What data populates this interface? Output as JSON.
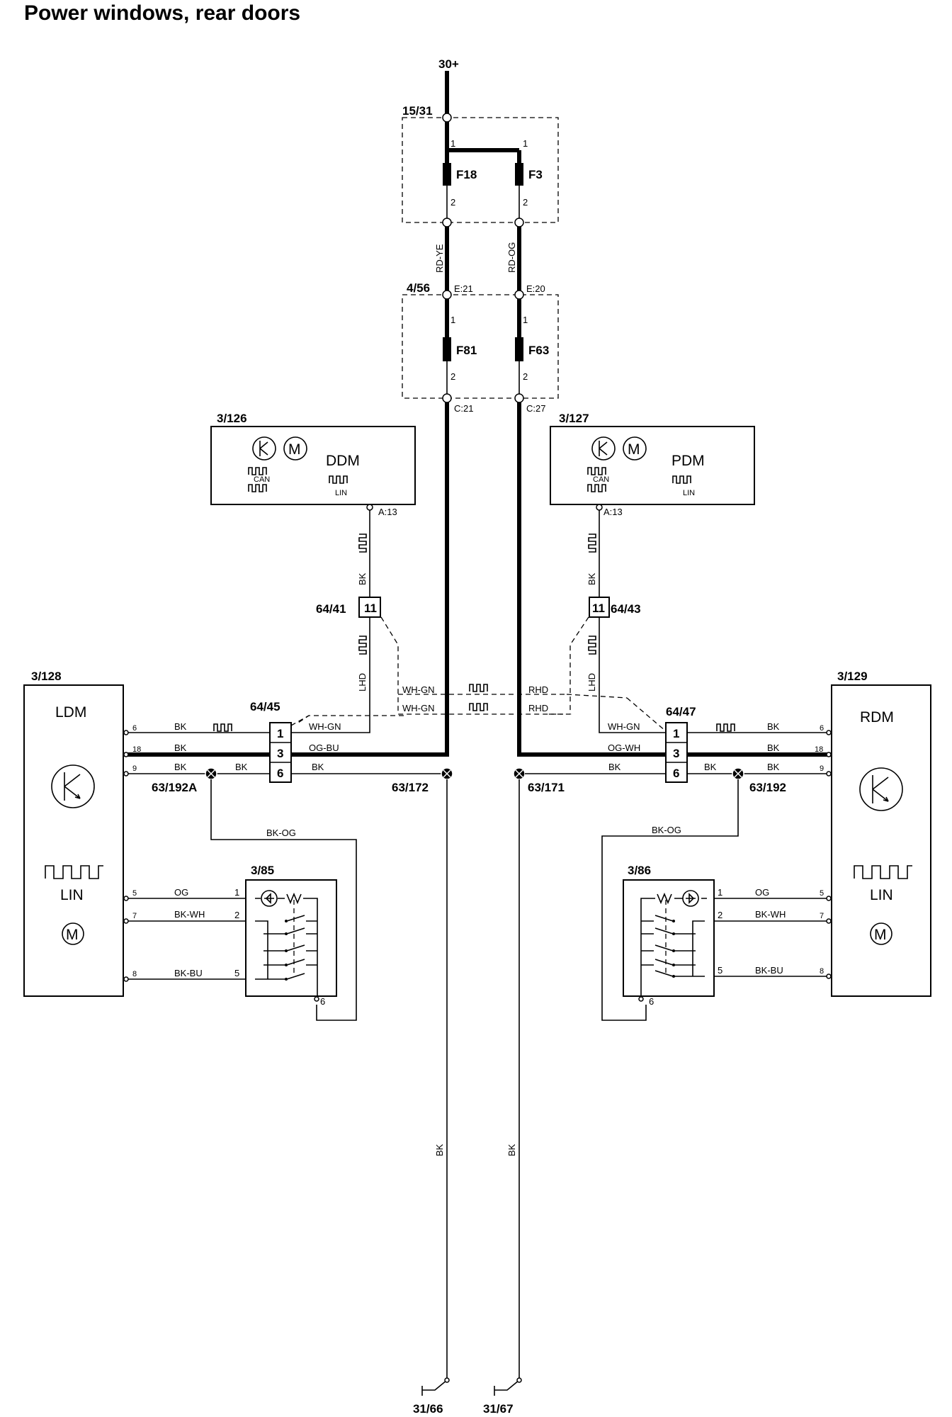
{
  "title": "Power windows, rear doors",
  "supply": {
    "label": "30+"
  },
  "fuse_box_1": {
    "id": "15/31",
    "fuse_a": "F18",
    "fuse_b": "F3",
    "pin_in": "1",
    "pin_out": "2"
  },
  "fuse_box_2": {
    "id": "4/56",
    "fuse_a": "F81",
    "fuse_b": "F63",
    "pin_in": "1",
    "pin_out": "2",
    "term_e21": "E:21",
    "term_e20": "E:20",
    "term_c21": "C:21",
    "term_c27": "C:27"
  },
  "wire_colors": {
    "rd_ye": "RD-YE",
    "rd_og": "RD-OG",
    "bk": "BK",
    "wh_gn": "WH-GN",
    "og_bu": "OG-BU",
    "og_wh": "OG-WH",
    "bk_og": "BK-OG",
    "og": "OG",
    "bk_wh": "BK-WH",
    "bk_bu": "BK-BU"
  },
  "ddm": {
    "id": "3/126",
    "name": "DDM",
    "can": "CAN",
    "lin": "LIN",
    "pin": "A:13"
  },
  "pdm": {
    "id": "3/127",
    "name": "PDM",
    "can": "CAN",
    "lin": "LIN",
    "pin": "A:13"
  },
  "ldm": {
    "id": "3/128",
    "name": "LDM",
    "lin": "LIN",
    "pin_6": "6",
    "pin_18": "18",
    "pin_9": "9",
    "pin_5": "5",
    "pin_7": "7",
    "pin_8": "8"
  },
  "rdm": {
    "id": "3/129",
    "name": "RDM",
    "lin": "LIN",
    "pin_6": "6",
    "pin_18": "18",
    "pin_9": "9",
    "pin_5": "5",
    "pin_7": "7",
    "pin_8": "8"
  },
  "connectors": {
    "c6441": "64/41",
    "c6443": "64/43",
    "c6445": "64/45",
    "c6447": "64/47",
    "pin_11": "11",
    "pin_1": "1",
    "pin_3": "3",
    "pin_6": "6"
  },
  "lhd": "LHD",
  "rhd": "RHD",
  "grounds": {
    "g192a": "63/192A",
    "g172": "63/172",
    "g171": "63/171",
    "g192": "63/192",
    "e3166": "31/66",
    "e3167": "31/67"
  },
  "switch_l": {
    "id": "3/85",
    "p1": "1",
    "p2": "2",
    "p5": "5",
    "p6": "6"
  },
  "switch_r": {
    "id": "3/86",
    "p1": "1",
    "p2": "2",
    "p5": "5",
    "p6": "6"
  }
}
